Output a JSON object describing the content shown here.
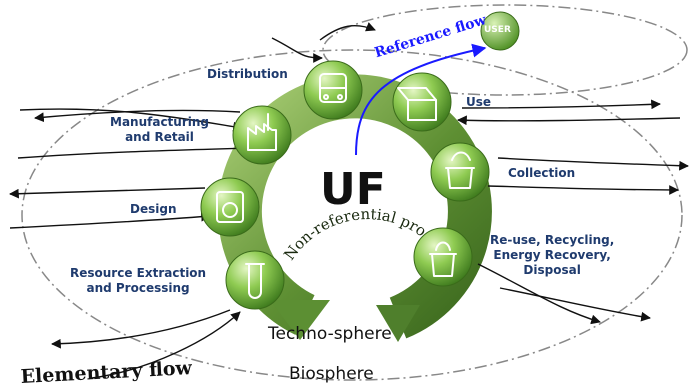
{
  "center": {
    "label": "UF",
    "arc_text": "Non-referential product flow"
  },
  "reference_flow": "Reference flow",
  "user_label": "USER",
  "stages": {
    "distribution": "Distribution",
    "manufacturing": [
      "Manufacturing",
      "and Retail"
    ],
    "design": "Design",
    "resource": [
      "Resource Extraction",
      "and Processing"
    ],
    "use": "Use",
    "collection": "Collection",
    "eol": [
      "Re-use, Recycling,",
      "Energy Recovery,",
      "Disposal"
    ]
  },
  "spheres": {
    "techno": "Techno-sphere",
    "bio": "Biosphere"
  },
  "elementary_flow": "Elementary flow",
  "icons": [
    "bus-icon",
    "factory-icon",
    "washing-machine-icon",
    "test-tube-icon",
    "box-icon",
    "bin-icon",
    "trash-can-icon"
  ],
  "colors": {
    "label": "#1f3b6e",
    "reference": "#1a1aff",
    "node": "#5c9e2a",
    "ring": "#4f7f2c"
  }
}
